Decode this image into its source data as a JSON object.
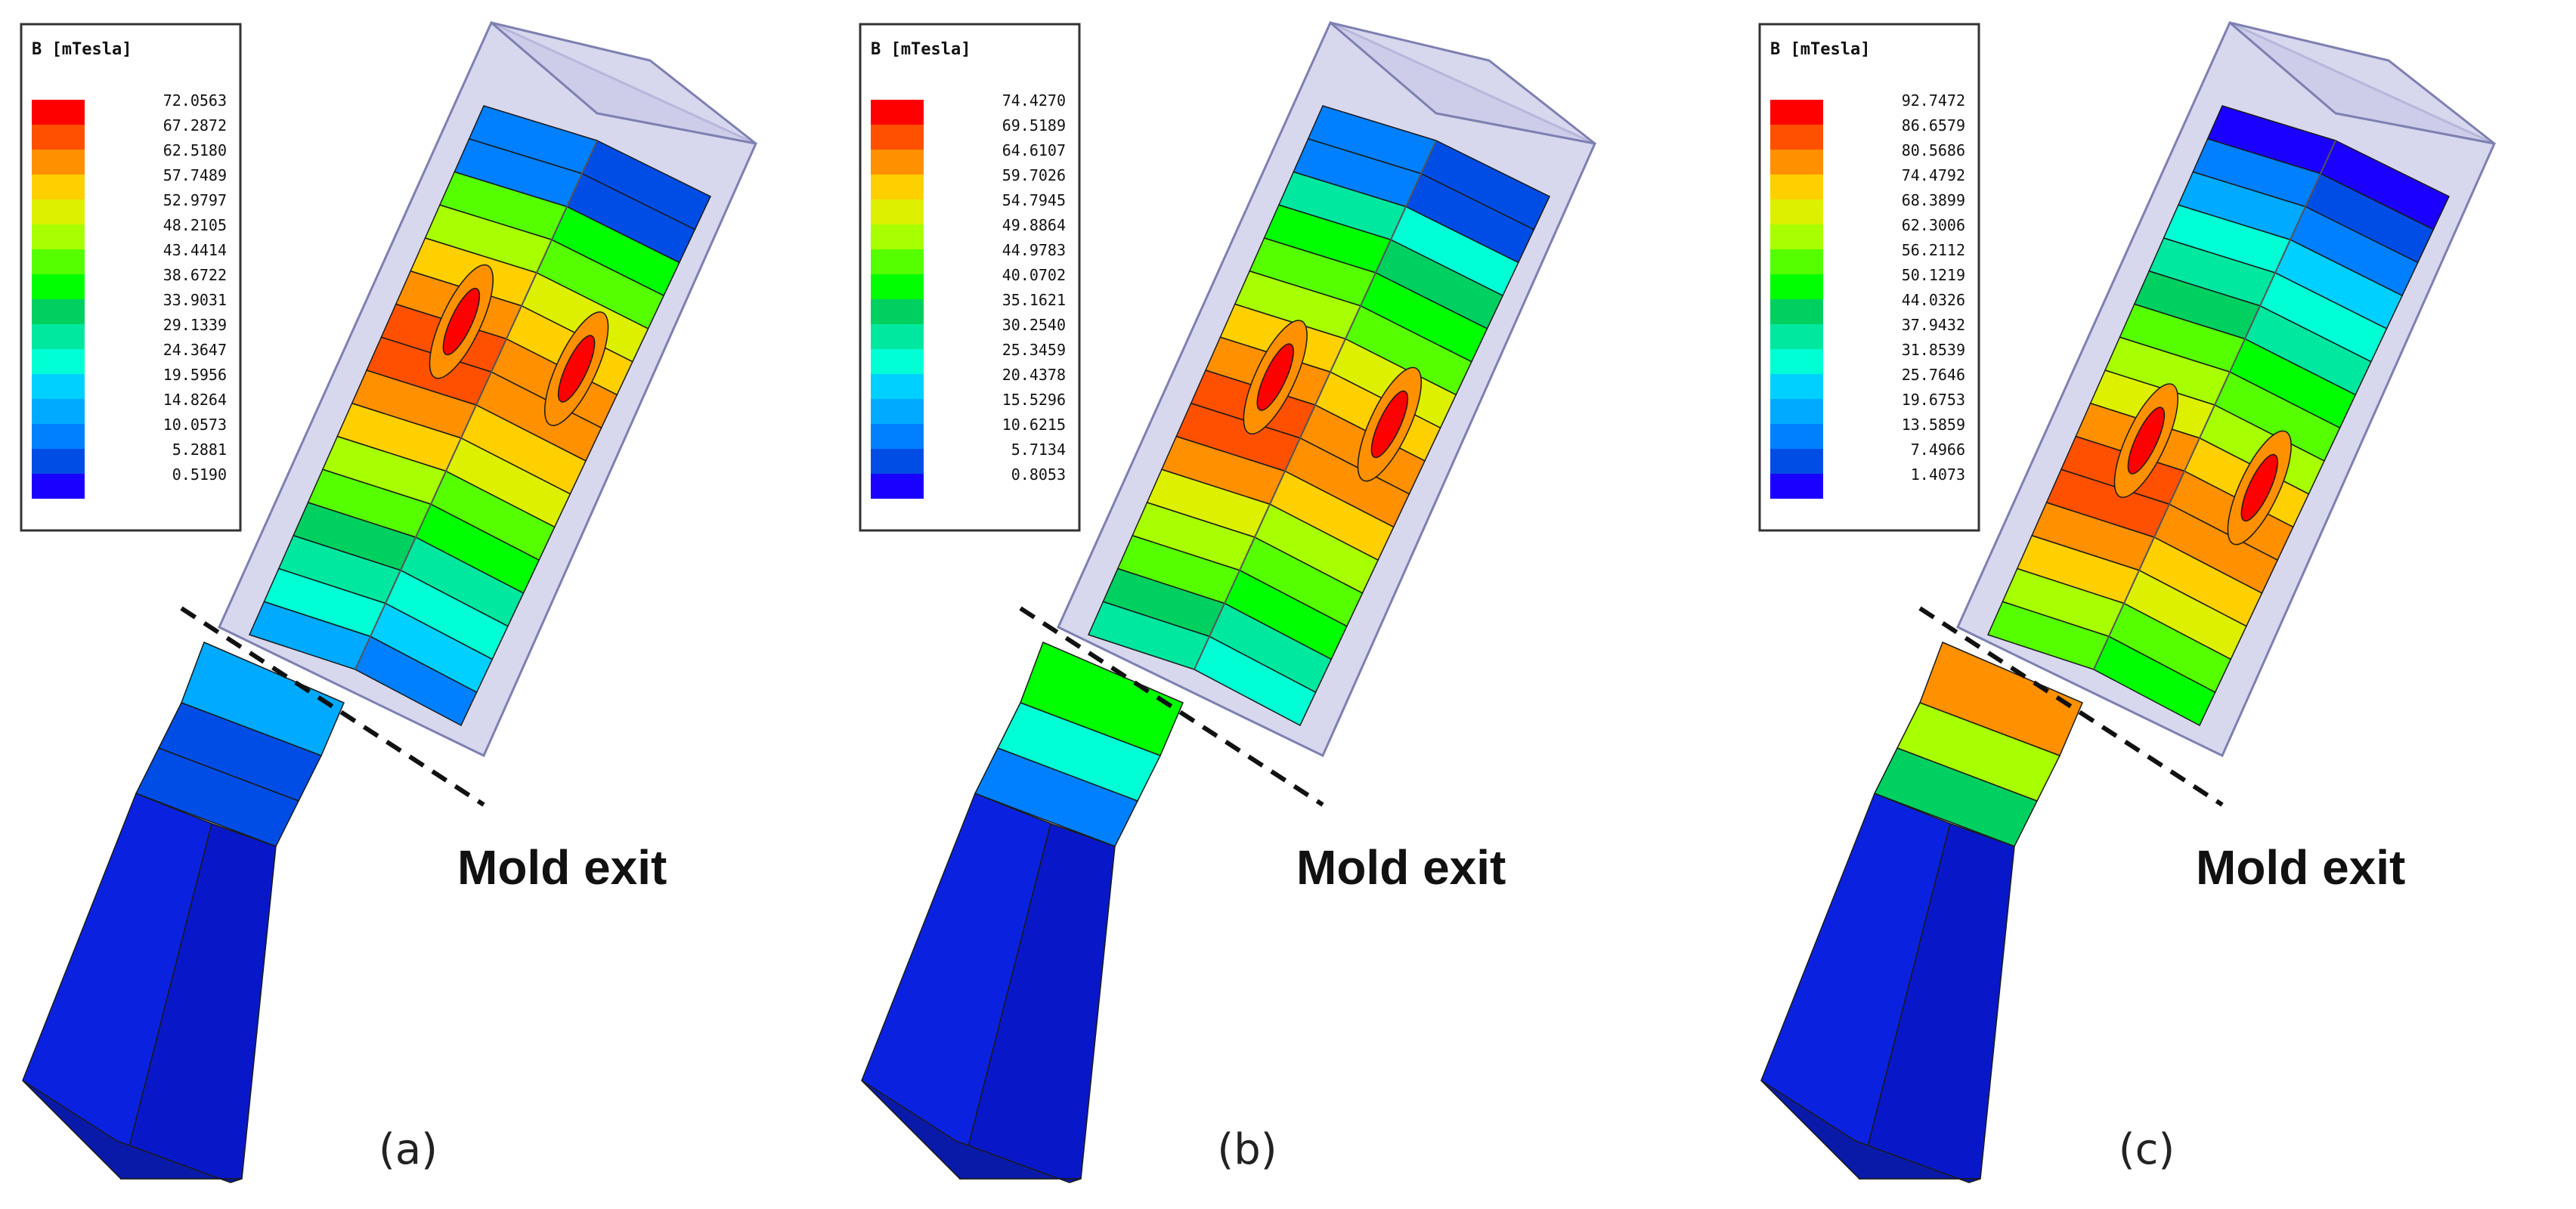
{
  "colors": {
    "scale": [
      "#1a00ff",
      "#004de6",
      "#0080ff",
      "#00aaff",
      "#00d0ff",
      "#00ffd5",
      "#00e8a0",
      "#00d060",
      "#00ff00",
      "#55ff00",
      "#a8ff00",
      "#ddf000",
      "#ffd000",
      "#ff9000",
      "#ff5000",
      "#ff0000"
    ],
    "body_dark": "#0818c8",
    "body_mid": "#0a22e0",
    "glass_fill": "#c9cae8",
    "glass_stroke": "#7d80b0"
  },
  "panels": [
    {
      "label": "(a)",
      "exit_label": "Mold exit",
      "legend": {
        "title": "B [mTesla]",
        "values": [
          "72.0563",
          "67.2872",
          "62.5180",
          "57.7489",
          "52.9797",
          "48.2105",
          "43.4414",
          "38.6722",
          "33.9031",
          "29.1339",
          "24.3647",
          "19.5956",
          "14.8264",
          "10.0573",
          "5.2881",
          "0.5190"
        ]
      },
      "field": {
        "peak_level": 15,
        "body_fraction": 0.48,
        "exit_level": 3
      }
    },
    {
      "label": "(b)",
      "exit_label": "Mold exit",
      "legend": {
        "title": "B [mTesla]",
        "values": [
          "74.4270",
          "69.5189",
          "64.6107",
          "59.7026",
          "54.7945",
          "49.8864",
          "44.9783",
          "40.0702",
          "35.1621",
          "30.2540",
          "25.3459",
          "20.4378",
          "15.5296",
          "10.6215",
          "5.7134",
          "0.8053"
        ]
      },
      "field": {
        "peak_level": 15,
        "body_fraction": 0.62,
        "exit_level": 8
      }
    },
    {
      "label": "(c)",
      "exit_label": "Mold exit",
      "legend": {
        "title": "B [mTesla]",
        "values": [
          "92.7472",
          "86.6579",
          "80.5686",
          "74.4792",
          "68.3899",
          "62.3006",
          "56.2112",
          "50.1219",
          "44.0326",
          "37.9432",
          "31.8539",
          "25.7646",
          "19.6753",
          "13.5859",
          "7.4966",
          "1.4073"
        ]
      },
      "field": {
        "peak_level": 15,
        "body_fraction": 0.78,
        "exit_level": 13
      }
    }
  ]
}
